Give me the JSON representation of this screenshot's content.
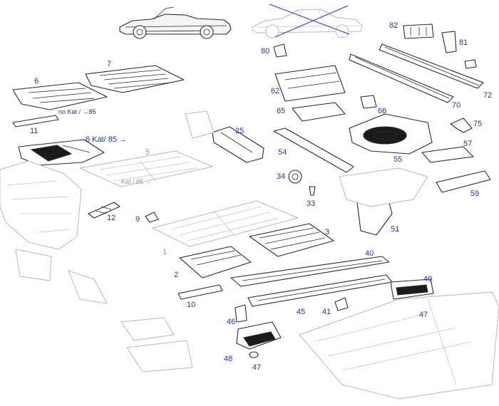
{
  "diagram": {
    "accent_color": "#2a3590",
    "faded_color": "#8e93c8",
    "line_color": "#2a2a2a",
    "ghost_color": "#b8b8b8",
    "vehicles": [
      {
        "name": "convertible-car",
        "crossed_out": false
      },
      {
        "name": "coupe-car",
        "crossed_out": true
      }
    ],
    "callouts": {
      "c1": "1",
      "c2": "2",
      "c3": "3",
      "c5": "5",
      "c6": "6",
      "c6k": "6 Kat/ 85",
      "c7": "7",
      "c9": "9",
      "c10": "10",
      "c11": "11",
      "c12": "12",
      "c25": "25",
      "c33": "33",
      "c34": "34",
      "c40": "40",
      "c41": "41",
      "c45": "45",
      "c46": "46",
      "c47a": "47",
      "c47b": "47",
      "c48": "48",
      "c49": "49",
      "c51": "51",
      "c54": "54",
      "c55": "55",
      "c57": "57",
      "c59": "59",
      "c62": "62",
      "c65": "65",
      "c66": "66",
      "c70": "70",
      "c72": "72",
      "c75": "75",
      "c80": "80",
      "c81": "81",
      "c82": "82"
    },
    "notes": {
      "no_kat": "no Kat / →85",
      "kat85": "Kat / 85 →"
    },
    "arrow_glyph": "→"
  }
}
